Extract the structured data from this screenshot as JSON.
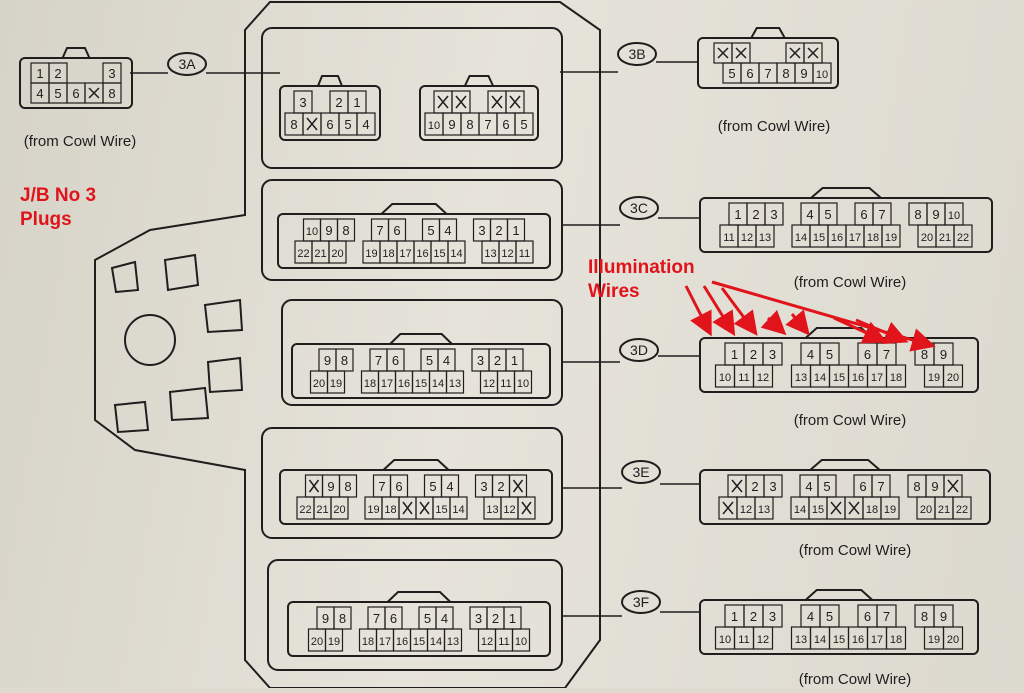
{
  "annotation": {
    "title_line1": "J/B No 3",
    "title_line2": "Plugs",
    "illum_line1": "Illumination",
    "illum_line2": "Wires",
    "color": "#e0141a"
  },
  "source_label": "(from Cowl Wire)",
  "tags": {
    "3A": "3A",
    "3B": "3B",
    "3C": "3C",
    "3D": "3D",
    "3E": "3E",
    "3F": "3F"
  },
  "connectors": {
    "plug_3a": {
      "top": [
        "1",
        "2",
        "",
        "",
        "3"
      ],
      "bottom": [
        "4",
        "5",
        "6",
        "x",
        "8"
      ]
    },
    "plug_3b": {
      "top": [
        "x",
        "x",
        "",
        "",
        "x",
        "x"
      ],
      "bottom": [
        "",
        "5",
        "6",
        "7",
        "8",
        "9",
        "10"
      ]
    },
    "plug_3c": {
      "top": [
        "1",
        "2",
        "3",
        "",
        "4",
        "5",
        "",
        "6",
        "7",
        "",
        "8",
        "9",
        "10"
      ],
      "bottom": [
        "11",
        "12",
        "13",
        "",
        "14",
        "15",
        "16",
        "17",
        "18",
        "19",
        "",
        "20",
        "21",
        "22"
      ]
    },
    "plug_3d": {
      "top": [
        "1",
        "2",
        "3",
        "",
        "4",
        "5",
        "",
        "6",
        "7",
        "",
        "8",
        "9"
      ],
      "bottom": [
        "10",
        "11",
        "12",
        "",
        "13",
        "14",
        "15",
        "16",
        "17",
        "18",
        "",
        "19",
        "20"
      ]
    },
    "plug_3e": {
      "top": [
        "x",
        "2",
        "3",
        "",
        "4",
        "5",
        "",
        "6",
        "7",
        "",
        "8",
        "9",
        "x"
      ],
      "bottom": [
        "x",
        "12",
        "13",
        "",
        "14",
        "15",
        "x",
        "x",
        "18",
        "19",
        "",
        "20",
        "21",
        "22"
      ]
    },
    "plug_3f": {
      "top": [
        "1",
        "2",
        "3",
        "",
        "4",
        "5",
        "",
        "6",
        "7",
        "",
        "8",
        "9"
      ],
      "bottom": [
        "10",
        "11",
        "12",
        "",
        "13",
        "14",
        "15",
        "16",
        "17",
        "18",
        "",
        "19",
        "20"
      ]
    },
    "jb_3a": {
      "top": [
        "3",
        "",
        "2",
        "1"
      ],
      "bottom": [
        "8",
        "x",
        "6",
        "5",
        "4"
      ]
    },
    "jb_3b": {
      "top": [
        "x",
        "x",
        "",
        "x",
        "x"
      ],
      "bottom": [
        "10",
        "9",
        "8",
        "7",
        "6",
        "5"
      ]
    },
    "jb_3c": {
      "top": [
        "10",
        "9",
        "8",
        "",
        "7",
        "6",
        "",
        "5",
        "4",
        "",
        "3",
        "2",
        "1"
      ],
      "bottom": [
        "22",
        "21",
        "20",
        "",
        "19",
        "18",
        "17",
        "16",
        "15",
        "14",
        "",
        "13",
        "12",
        "11"
      ]
    },
    "jb_3d": {
      "top": [
        "9",
        "8",
        "",
        "7",
        "6",
        "",
        "5",
        "4",
        "",
        "3",
        "2",
        "1"
      ],
      "bottom": [
        "20",
        "19",
        "",
        "18",
        "17",
        "16",
        "15",
        "14",
        "13",
        "",
        "12",
        "11",
        "10"
      ]
    },
    "jb_3e": {
      "top": [
        "x",
        "9",
        "8",
        "",
        "7",
        "6",
        "",
        "5",
        "4",
        "",
        "3",
        "2",
        "x"
      ],
      "bottom": [
        "22",
        "21",
        "20",
        "",
        "19",
        "18",
        "x",
        "x",
        "15",
        "14",
        "",
        "13",
        "12",
        "x"
      ]
    },
    "jb_3f": {
      "top": [
        "9",
        "8",
        "",
        "7",
        "6",
        "",
        "5",
        "4",
        "",
        "3",
        "2",
        "1"
      ],
      "bottom": [
        "20",
        "19",
        "",
        "18",
        "17",
        "16",
        "15",
        "14",
        "13",
        "",
        "12",
        "11",
        "10"
      ]
    }
  },
  "colors": {
    "paper": "#e3e0d6",
    "ink": "#1e1e1e",
    "accent": "#e0141a"
  }
}
